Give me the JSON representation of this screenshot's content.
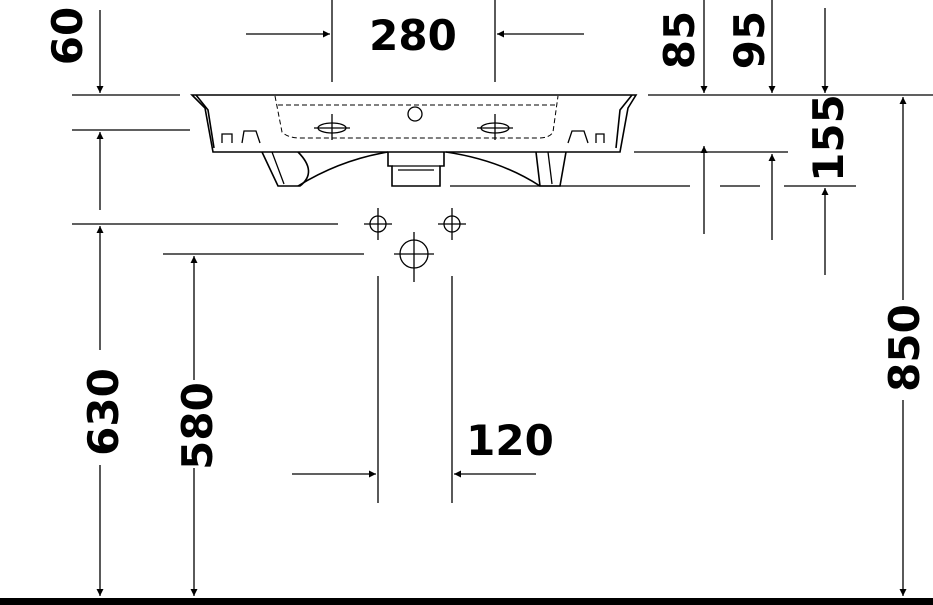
{
  "dimensions": {
    "top_depth": "60",
    "tap_spacing": "280",
    "rim_to_bracket": "85",
    "rim_to_bracket_lower": "95",
    "bowl_height": "155",
    "total_height": "850",
    "waste_height": "630",
    "waste_height_inner": "580",
    "waste_spacing": "120"
  },
  "colors": {
    "line": "#000000",
    "background": "#ffffff"
  }
}
